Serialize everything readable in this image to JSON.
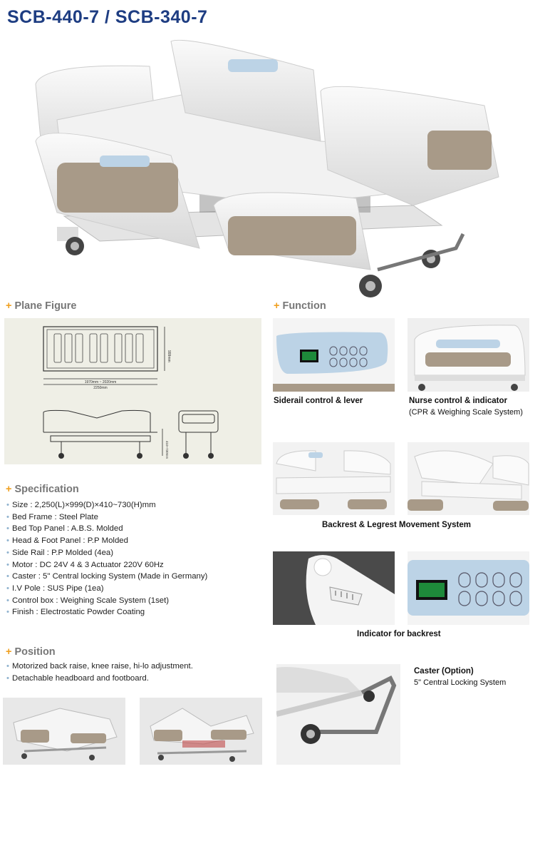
{
  "title": "SCB-440-7 / SCB-340-7",
  "sections": {
    "plane_figure": "Plane Figure",
    "function": "Function",
    "specification": "Specification",
    "position": "Position"
  },
  "plane_figure": {
    "dim_length": "1970mm ~ 2020mm",
    "dim_total": "2250mm",
    "dim_width": "999mm",
    "dim_height": "410~730mm"
  },
  "specification": [
    "Size : 2,250(L)×999(D)×410~730(H)mm",
    "Bed Frame : Steel Plate",
    "Bed Top Panel : A.B.S. Molded",
    "Head & Foot Panel : P.P Molded",
    "Side Rail : P.P Molded (4ea)",
    "Motor : DC 24V 4 & 3 Actuator 220V 60Hz",
    "Caster : 5\" Central locking System (Made in Germany)",
    "I.V Pole : SUS Pipe (1ea)",
    "Control box : Weighing Scale System (1set)",
    "Finish : Electrostatic Powder Coating"
  ],
  "position": [
    "Motorized back raise, knee raise, hi-lo adjustment.",
    "Detachable headboard and footboard."
  ],
  "function": {
    "siderail": "Siderail control & lever",
    "nurse_title": "Nurse control & indicator",
    "nurse_sub": "(CPR & Weighing Scale System)",
    "backrest_legrest": "Backrest & Legrest Movement System",
    "indicator": "Indicator for backrest",
    "caster_title": "Caster (Option)",
    "caster_sub": "5\" Central Locking System"
  },
  "colors": {
    "title": "#1e3d82",
    "accent": "#f0a020",
    "panel_bg": "#efefe6",
    "wood": "#a89a88",
    "control_blue": "#bcd3e6",
    "display_green": "#1e8a3a"
  }
}
